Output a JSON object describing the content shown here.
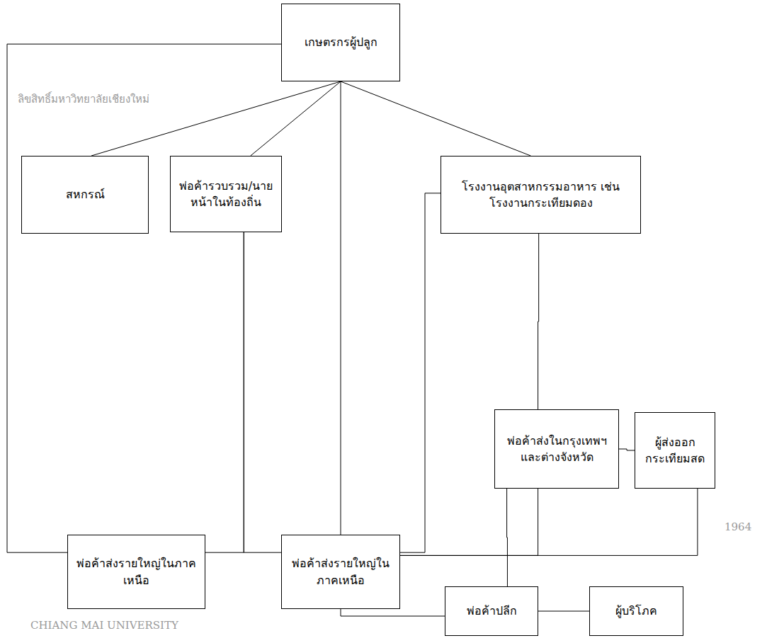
{
  "diagram": {
    "nodes": [
      {
        "text": [
          "เกษตรกรผู้ปลูก"
        ]
      },
      {
        "text": [
          "สหกรณ์"
        ]
      },
      {
        "text": [
          "พ่อค้ารวบรวม/นายหน้าในท้องถิ่น"
        ]
      },
      {
        "text": [
          "โรงงานอุตสาหกรรมอาหาร เช่น โรงงานกระเทียมดอง"
        ]
      },
      {
        "text": [
          "พ่อค้าส่งในกรุงเทพฯ และต่างจังหวัด"
        ]
      },
      {
        "text": [
          "ผู้ส่งออกกระเทียมสด"
        ]
      },
      {
        "text": [
          "พ่อค้าส่งรายใหญ่ในภาคเหนือ"
        ]
      },
      {
        "text": [
          "พ่อค้าส่งรายใหญ่ในภาคเหนือ"
        ]
      },
      {
        "text": [
          "พ่อค้าปลีก"
        ]
      },
      {
        "text": [
          "ผู้บริโภค"
        ]
      }
    ],
    "edges": [
      {
        "from": 0,
        "to": 1,
        "arrow": "none"
      },
      {
        "from": 0,
        "to": 2,
        "arrow": "none"
      },
      {
        "from": 0,
        "to": 7,
        "arrow": "none"
      },
      {
        "from": 0,
        "to": 3,
        "arrow": "none"
      },
      {
        "from": 0,
        "to": 6,
        "arrow": "none"
      },
      {
        "from": 2,
        "to": 6,
        "arrow": "none"
      },
      {
        "from": 2,
        "to": 7,
        "arrow": "none"
      },
      {
        "from": 3,
        "to": 4,
        "arrow": "none"
      },
      {
        "from": 3,
        "to": 7,
        "arrow": "none"
      },
      {
        "from": 7,
        "to": 4,
        "arrow": "none"
      },
      {
        "from": 7,
        "to": 5,
        "arrow": "none"
      },
      {
        "from": 4,
        "to": 5,
        "arrow": "none"
      },
      {
        "from": 4,
        "to": 8,
        "arrow": "none"
      },
      {
        "from": 7,
        "to": 8,
        "arrow": "none"
      },
      {
        "from": 8,
        "to": 9,
        "arrow": "none"
      }
    ],
    "labels": [
      "ลิขสิทธิ์มหาวิทยาลัยเชียงใหม่",
      "CHIANG MAI UNIVERSITY",
      "1964"
    ]
  }
}
